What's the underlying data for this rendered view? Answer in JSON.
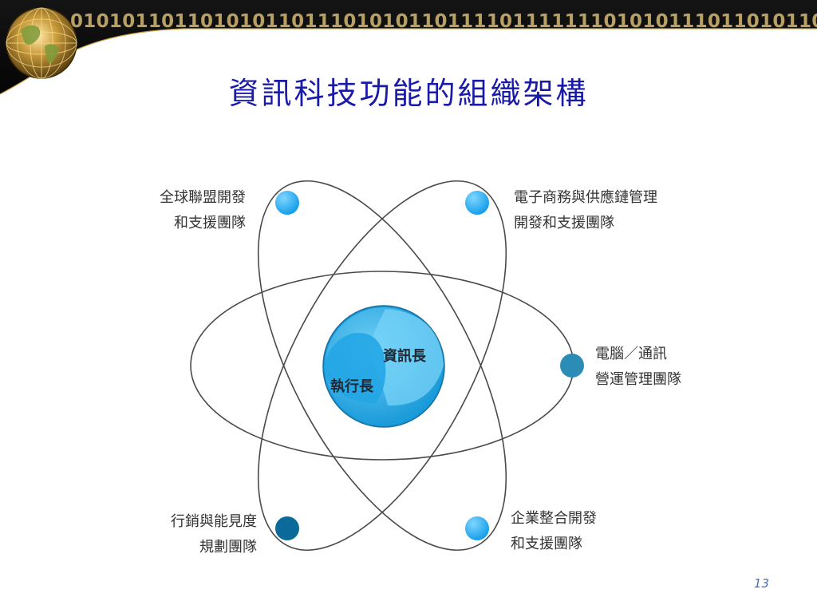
{
  "slide": {
    "title": "資訊科技功能的組織架構",
    "binary_strip": "01010110110101011011101010110111101111111010101110110101101010110",
    "page_number": "13"
  },
  "diagram": {
    "center": {
      "upper_label": "資訊長",
      "lower_label": "執行長"
    },
    "teams": [
      {
        "id": "global-alliance",
        "lines": [
          "全球聯盟開發",
          "和支援團隊"
        ],
        "color": "#1aa0e6"
      },
      {
        "id": "ecommerce-supply-chain",
        "lines": [
          "電子商務與供應鏈管理",
          "開發和支援團隊"
        ],
        "color": "#1aa0e6"
      },
      {
        "id": "computing-communications",
        "lines": [
          "電腦／通訊",
          "營運管理團隊"
        ],
        "color": "#2b8db5"
      },
      {
        "id": "enterprise-integration",
        "lines": [
          "企業整合開發",
          "和支援團隊"
        ],
        "color": "#1aa0e6"
      },
      {
        "id": "marketing-visibility",
        "lines": [
          "行銷與能見度",
          "規劃團隊"
        ],
        "color": "#0b6a9a"
      }
    ]
  }
}
